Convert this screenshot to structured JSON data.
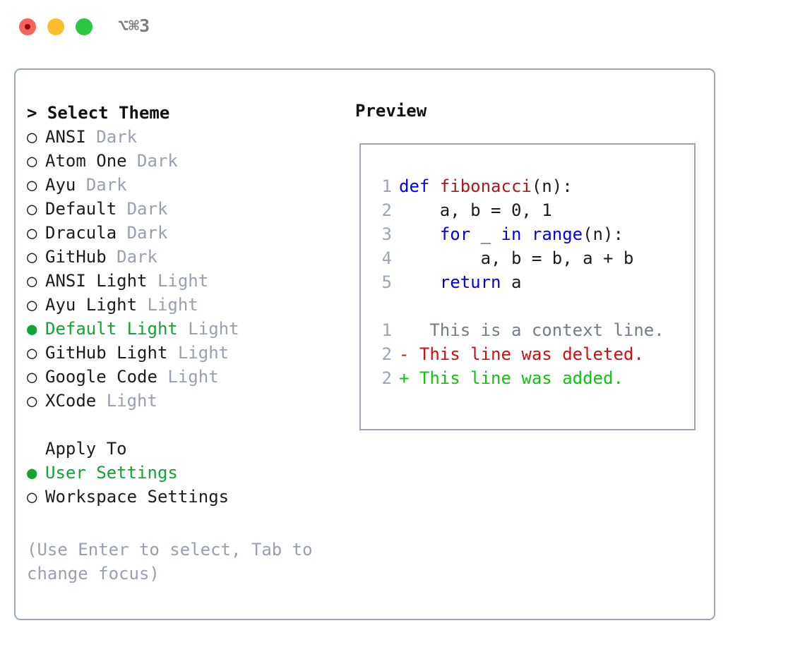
{
  "titlebar": {
    "title": "⌥⌘3",
    "buttons": {
      "close": "close-button",
      "minimize": "minimize-button",
      "maximize": "maximize-button"
    }
  },
  "theme_panel": {
    "header": "> Select Theme",
    "items": [
      {
        "marker": "○",
        "name": "ANSI",
        "kind": "Dark",
        "selected": false
      },
      {
        "marker": "○",
        "name": "Atom One",
        "kind": "Dark",
        "selected": false
      },
      {
        "marker": "○",
        "name": "Ayu",
        "kind": "Dark",
        "selected": false
      },
      {
        "marker": "○",
        "name": "Default",
        "kind": "Dark",
        "selected": false
      },
      {
        "marker": "○",
        "name": "Dracula",
        "kind": "Dark",
        "selected": false
      },
      {
        "marker": "○",
        "name": "GitHub",
        "kind": "Dark",
        "selected": false
      },
      {
        "marker": "○",
        "name": "ANSI Light",
        "kind": "Light",
        "selected": false
      },
      {
        "marker": "○",
        "name": "Ayu Light",
        "kind": "Light",
        "selected": false
      },
      {
        "marker": "●",
        "name": "Default Light",
        "kind": "Light",
        "selected": true
      },
      {
        "marker": "○",
        "name": "GitHub Light",
        "kind": "Light",
        "selected": false
      },
      {
        "marker": "○",
        "name": "Google Code",
        "kind": "Light",
        "selected": false
      },
      {
        "marker": "○",
        "name": "XCode",
        "kind": "Light",
        "selected": false
      }
    ]
  },
  "apply_to": {
    "header": "Apply To",
    "items": [
      {
        "marker": "●",
        "name": "User Settings",
        "selected": true
      },
      {
        "marker": "○",
        "name": "Workspace Settings",
        "selected": false
      }
    ]
  },
  "hint": "(Use Enter to select, Tab to change focus)",
  "preview": {
    "title": "Preview",
    "code_lines": [
      {
        "no": "1",
        "tokens": [
          {
            "t": "def ",
            "c": "kw"
          },
          {
            "t": "fibonacci",
            "c": "fn"
          },
          {
            "t": "(n):",
            "c": "txt"
          }
        ]
      },
      {
        "no": "2",
        "tokens": [
          {
            "t": "    a, b = 0, 1",
            "c": "txt"
          }
        ]
      },
      {
        "no": "3",
        "tokens": [
          {
            "t": "    ",
            "c": "txt"
          },
          {
            "t": "for",
            "c": "kw"
          },
          {
            "t": " _ ",
            "c": "txt"
          },
          {
            "t": "in range",
            "c": "kw"
          },
          {
            "t": "(n):",
            "c": "txt"
          }
        ]
      },
      {
        "no": "4",
        "tokens": [
          {
            "t": "        a, b = b, a + b",
            "c": "txt"
          }
        ]
      },
      {
        "no": "5",
        "tokens": [
          {
            "t": "    ",
            "c": "txt"
          },
          {
            "t": "return",
            "c": "kw"
          },
          {
            "t": " a",
            "c": "txt"
          }
        ]
      }
    ],
    "diff_lines": [
      {
        "no": "1",
        "sign": " ",
        "text": "  This is a context line.",
        "c": "ctx"
      },
      {
        "no": "2",
        "sign": "-",
        "text": " This line was deleted.",
        "c": "del"
      },
      {
        "no": "2",
        "sign": "+",
        "text": " This line was added.",
        "c": "add"
      }
    ]
  },
  "colors": {
    "accent_green": "#14a335",
    "dim_gray": "#98a0b0",
    "border": "#9aa5b5",
    "keyword_blue": "#0000ee",
    "function_red": "#a61b1b",
    "diff_add": "#12c212",
    "diff_del": "#cc1111",
    "traffic_red": "#fb6159",
    "traffic_yellow": "#fcbd2e",
    "traffic_green": "#28c840"
  }
}
